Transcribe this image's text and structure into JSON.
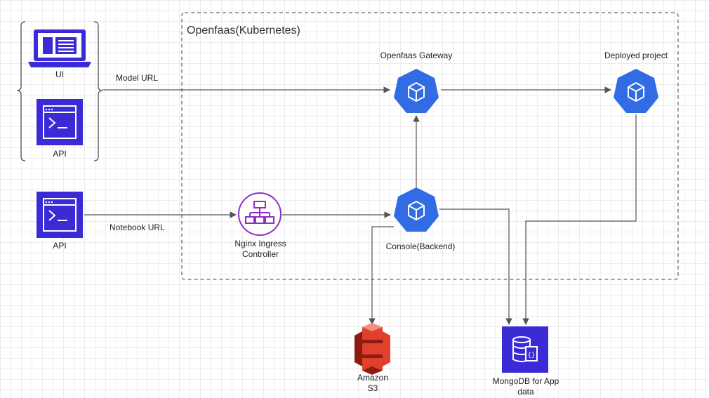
{
  "cluster": {
    "title": "Openfaas(Kubernetes)"
  },
  "nodes": {
    "ui": {
      "label": "UI"
    },
    "api_top": {
      "label": "API"
    },
    "api_bottom": {
      "label": "API"
    },
    "gateway": {
      "label": "Openfaas Gateway"
    },
    "deployed": {
      "label": "Deployed project"
    },
    "console": {
      "label": "Console(Backend)"
    },
    "nginx": {
      "line1": "Nginx Ingress",
      "line2": "Controller"
    },
    "s3": {
      "line1": "Amazon",
      "line2": "S3"
    },
    "mongodb": {
      "line1": "MongoDB for App",
      "line2": "data"
    }
  },
  "edges": {
    "model_url": "Model URL",
    "notebook_url": "Notebook URL"
  },
  "colors": {
    "kubernetes": "#326ce5",
    "client_indigo": "#3b2bd6",
    "nginx_purple": "#8c2fc8",
    "s3_red": "#e0402c",
    "edge": "#555555"
  }
}
